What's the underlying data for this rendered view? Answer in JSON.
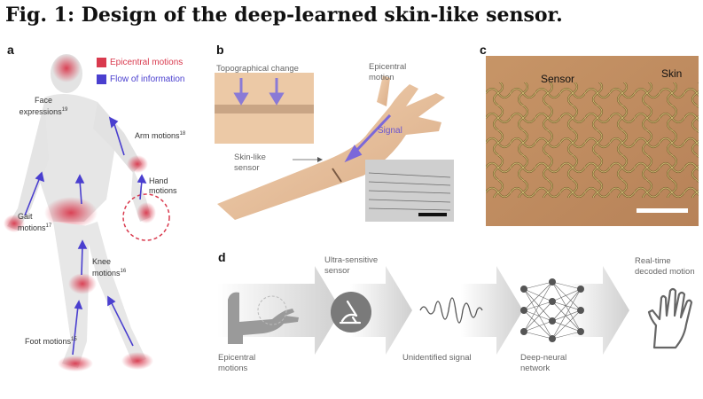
{
  "figure": {
    "title": "Fig. 1: Design of the deep-learned skin-like sensor."
  },
  "panel_a": {
    "letter": "a",
    "legend": [
      {
        "label": "Epicentral motions",
        "color": "#d93a4e"
      },
      {
        "label": "Flow of information",
        "color": "#4a3fcf"
      }
    ],
    "labels": {
      "face": "Face expressions",
      "face_ref": "19",
      "arm": "Arm motions",
      "arm_ref": "18",
      "hand": "Hand motions",
      "gait": "Gait motions",
      "gait_ref": "17",
      "knee": "Knee motions",
      "knee_ref": "16",
      "foot": "Foot motions",
      "foot_ref": "15"
    }
  },
  "panel_b": {
    "letter": "b",
    "topographical": "Topographical change",
    "epicentral": "Epicentral motion",
    "signal": "Signal",
    "skin_sensor": "Skin-like sensor"
  },
  "panel_c": {
    "letter": "c",
    "sensor": "Sensor",
    "skin": "Skin"
  },
  "panel_d": {
    "letter": "d",
    "steps": [
      {
        "label": "Epicentral motions",
        "icon": "arm-icon"
      },
      {
        "label": "Ultra-sensitive sensor",
        "icon": "microscope-icon"
      },
      {
        "label": "Unidentified signal",
        "icon": "waveform-icon"
      },
      {
        "label": "Deep-neural network",
        "icon": "neural-network-icon"
      },
      {
        "label": "Real-time decoded motion",
        "icon": "hand-icon"
      }
    ]
  }
}
